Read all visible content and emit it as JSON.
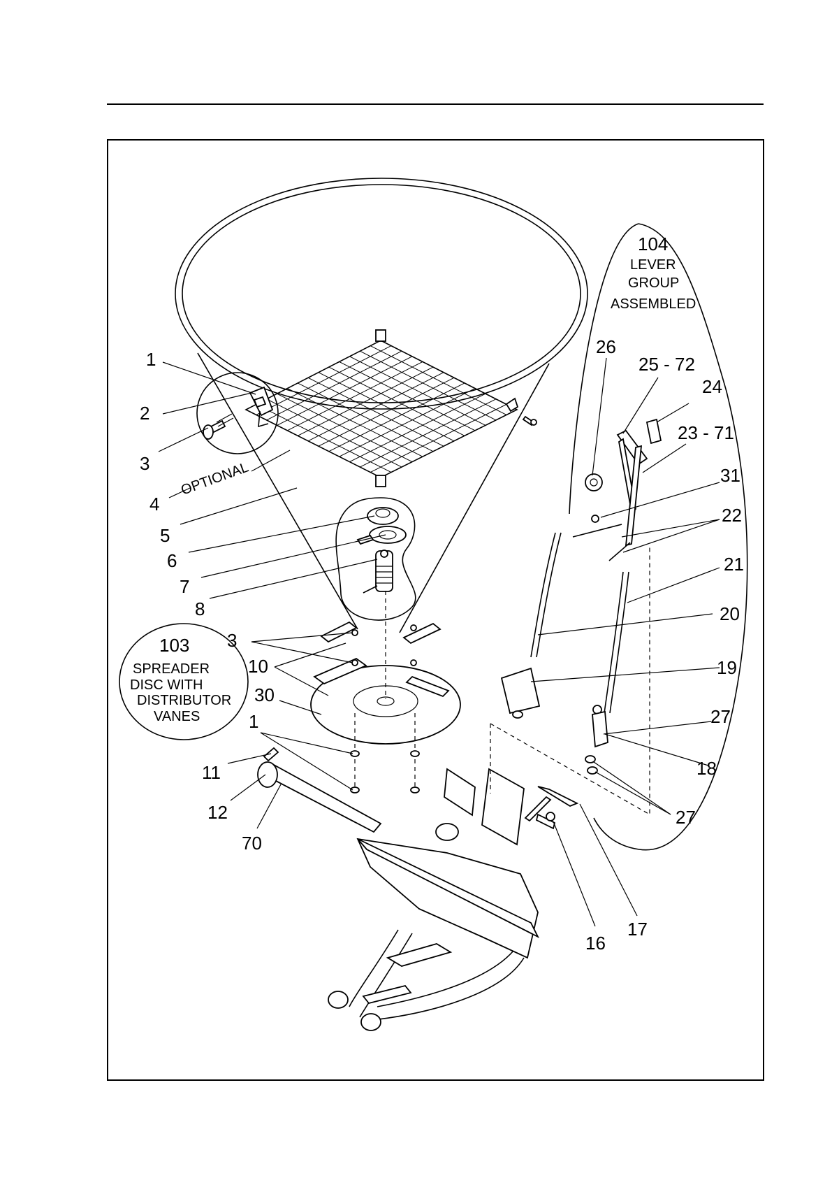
{
  "diagram": {
    "callouts": {
      "c1": "1",
      "c2": "2",
      "c3": "3",
      "c4": "4",
      "c5": "5",
      "c6": "6",
      "c7": "7",
      "c8": "8",
      "c3b": "3",
      "c10": "10",
      "c30": "30",
      "c1b": "1",
      "c11": "11",
      "c12": "12",
      "c70": "70",
      "c16": "16",
      "c17": "17",
      "c18": "18",
      "c19": "19",
      "c20": "20",
      "c21": "21",
      "c22": "22",
      "c23": "23 - 71",
      "c24": "24",
      "c25": "25 - 72",
      "c26": "26",
      "c27a": "27",
      "c27b": "27",
      "c31": "31",
      "c103": "103",
      "c104": "104"
    },
    "optional_label": "OPTIONAL",
    "group_103_lines": [
      "SPREADER",
      "DISC WITH",
      "DISTRIBUTOR",
      "VANES"
    ],
    "group_104_lines": [
      "LEVER",
      "GROUP",
      "ASSEMBLED"
    ]
  }
}
